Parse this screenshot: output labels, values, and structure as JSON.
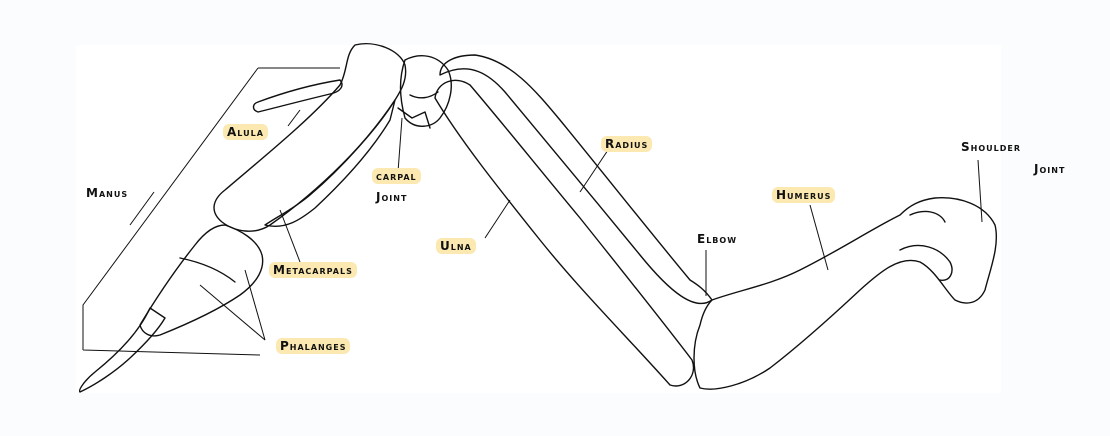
{
  "labels": {
    "alula": "Alula",
    "manus": "Manus",
    "carpal_joint_line1": "carpal",
    "carpal_joint_line2": "Joint",
    "radius": "Radius",
    "ulna": "Ulna",
    "metacarpals": "Metacarpals",
    "phalanges": "Phalanges",
    "elbow": "Elbow",
    "humerus": "Humerus",
    "shoulder_joint_line1": "Shoulder",
    "shoulder_joint_line2": "Joint"
  },
  "colors": {
    "label_highlight": "#fbe9b1",
    "line": "#111111"
  }
}
